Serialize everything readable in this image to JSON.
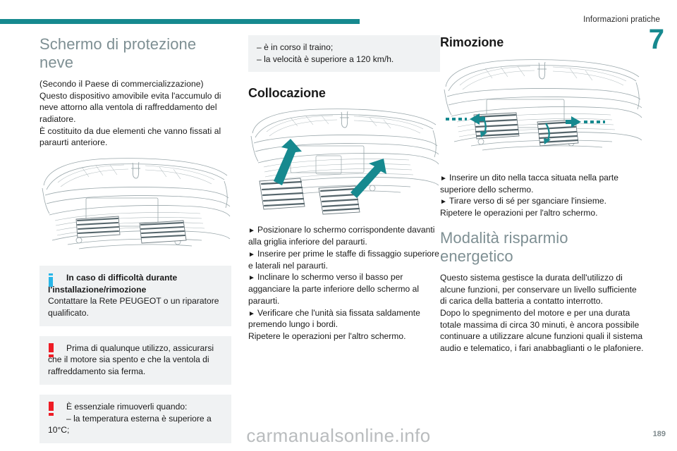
{
  "header": {
    "section": "Informazioni pratiche",
    "chapter": "7"
  },
  "column_left": {
    "title": "Schermo di protezione neve",
    "paragraphs": [
      "(Secondo il Paese di commercializzazione)",
      "Questo dispositivo amovibile evita l'accumulo di neve attorno alla ventola di raffreddamento del radiatore.",
      "È costituito da due elementi che vanno fissati al paraurti anteriore."
    ],
    "illustration_caption": "schermo-neve-paraurti-anteriore",
    "note_info": {
      "icon": "info-icon",
      "heading": "In caso di difficoltà durante l'installazione/rimozione",
      "body": "Contattare la Rete PEUGEOT o un riparatore qualificato."
    },
    "note_warning_1": {
      "icon": "warning-icon",
      "body": "Prima di qualunque utilizzo, assicurarsi che il motore sia spento e che la ventola di raffreddamento sia ferma."
    },
    "note_warning_2": {
      "icon": "warning-icon",
      "line1": "È essenziale rimuoverli quando:",
      "line2": "–  la temperatura esterna è superiore a 10°C;"
    }
  },
  "column_middle": {
    "continued_note": {
      "item1": "–  è in corso il traino;",
      "item2": "–  la velocità è superiore a 120 km/h."
    },
    "title": "Collocazione",
    "illustration_caption": "collocazione-schermi-frecce",
    "steps": [
      "Posizionare lo schermo corrispondente davanti alla griglia inferiore del paraurti.",
      "Inserire per prime le staffe di fissaggio superiore e laterali nel paraurti.",
      "Inclinare lo schermo verso il basso per agganciare la parte inferiore dello schermo al paraurti.",
      "Verificare che l'unità sia fissata saldamente premendo lungo i bordi."
    ],
    "closing": "Ripetere le operazioni per l'altro schermo."
  },
  "column_right": {
    "title": "Rimozione",
    "illustration_caption": "rimozione-schermi-frecce",
    "steps": [
      "Inserire un dito nella tacca situata nella parte superiore dello schermo.",
      "Tirare verso di sé per sganciare l'insieme."
    ],
    "closing": "Ripetere le operazioni per l'altro schermo.",
    "title2": "Modalità risparmio energetico",
    "paragraphs": [
      "Questo sistema gestisce la durata dell'utilizzo di alcune funzioni, per conservare un livello sufficiente di carica della batteria a contatto interrotto.",
      "Dopo lo spegnimento del motore e per una durata totale massima di circa 30 minuti, è ancora possibile continuare a utilizzare alcune funzioni quali il sistema audio e telematico, i fari anabbaglianti o le plafoniere."
    ]
  },
  "footer": {
    "watermark": "carmanualsonline.info",
    "page_number": "189"
  },
  "colors": {
    "accent_teal": "#16898f",
    "title_gray": "#7e8f93",
    "note_bg": "#f0f2f3",
    "warning_red": "#ee1c25",
    "info_blue": "#28b6e8",
    "illustration_line": "#9aa7ab"
  }
}
